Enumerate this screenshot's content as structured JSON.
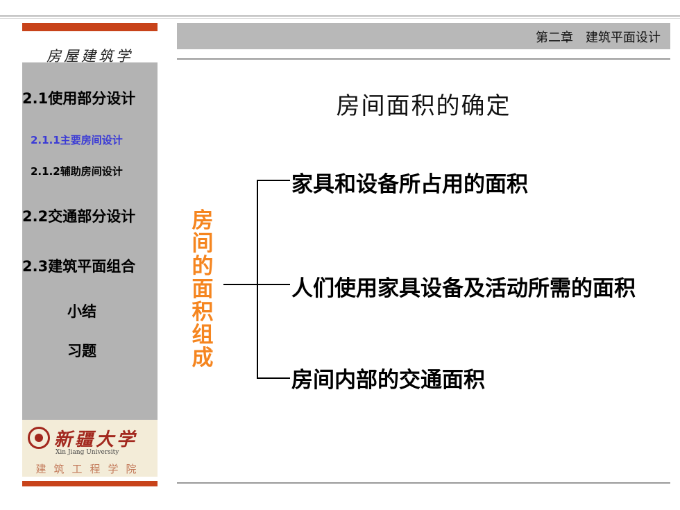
{
  "sidebar": {
    "title": "房屋建筑学",
    "items": [
      {
        "label": "2.1使用部分设计"
      },
      {
        "label": "2.1.1主要房间设计"
      },
      {
        "label": "2.1.2辅助房间设计"
      },
      {
        "label": "2.2交通部分设计"
      },
      {
        "label": "2.3建筑平面组合"
      },
      {
        "label": "小结"
      },
      {
        "label": "习题"
      }
    ],
    "logo": {
      "name_cn": "新疆大学",
      "name_en": "Xin Jiang University",
      "school": "建筑工程学院"
    }
  },
  "header": {
    "chapter": "第二章　建筑平面设计"
  },
  "main": {
    "title": "房间面积的确定",
    "vertical_label": "房间的面积组成",
    "components": [
      {
        "label": "家具和设备所占用的面积"
      },
      {
        "label": "人们使用家具设备及活动所需的面积"
      },
      {
        "label": "房间内部的交通面积"
      }
    ]
  },
  "colors": {
    "accent_red": "#c8431a",
    "label_orange": "#f5851f",
    "active_nav": "#3b3bd6",
    "sidebar_gray": "#b3b3b3"
  }
}
